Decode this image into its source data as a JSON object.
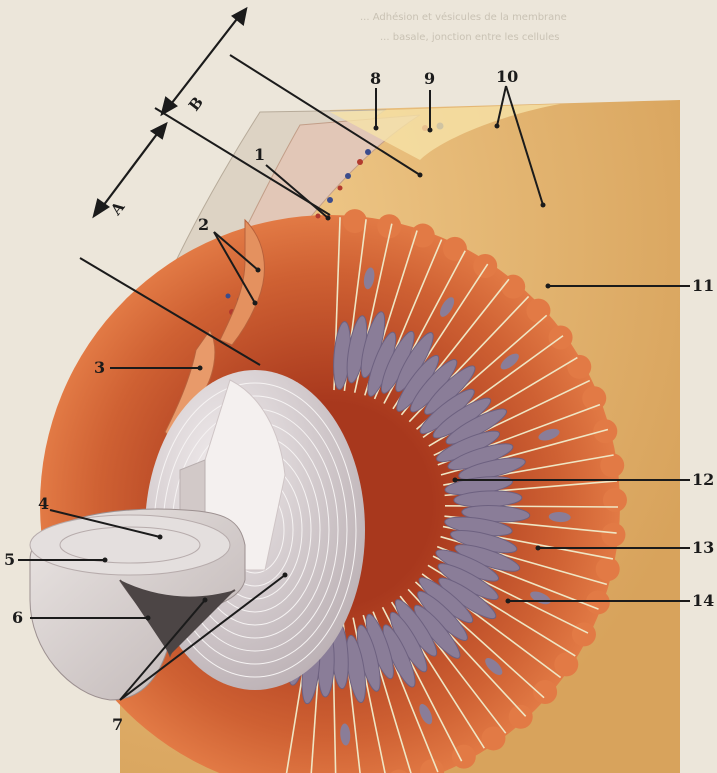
{
  "figure": {
    "labels": {
      "l1": "1",
      "l2": "2",
      "l3": "3",
      "l4": "4",
      "l5": "5",
      "l6": "6",
      "l7": "7",
      "l8": "8",
      "l9": "9",
      "l10": "10",
      "l11": "11",
      "l12": "12",
      "l13": "13",
      "l14": "14"
    },
    "arrows": {
      "a": "A",
      "b": "B"
    },
    "show_through_text": [
      "... Adhésion et vésicules de la membrane",
      "... basale, jonction entre les cellules"
    ]
  },
  "colors": {
    "background": "#ece6da",
    "capsule": "#e8bd78",
    "fiber_red": "#c2522d",
    "nucleus": "#8a7d98",
    "lens_gray": "#d9d2d1",
    "ray": "#efe6c4",
    "ink": "#1b1b1b"
  }
}
